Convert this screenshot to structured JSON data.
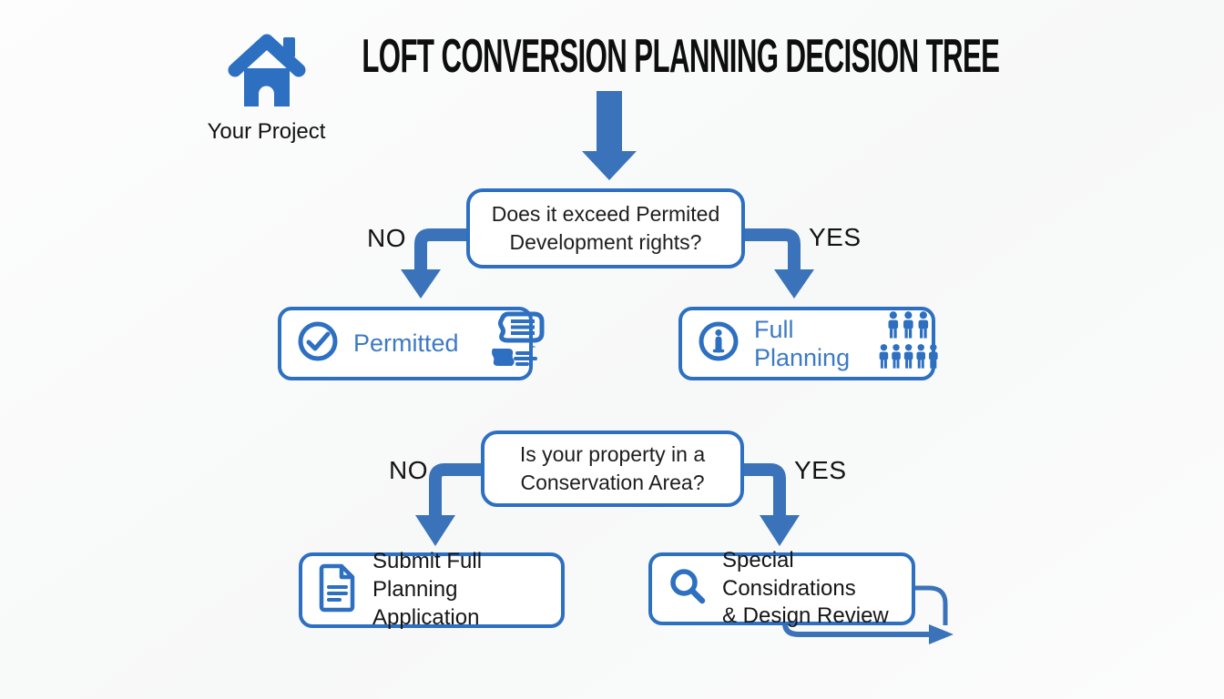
{
  "theme": {
    "canvas-bg": "#fbfbfb",
    "accent": "#2d6fc0",
    "arrow": "#3a73b9",
    "blue-text": "#3d7ac4",
    "ink": "#161616"
  },
  "header": {
    "title": "LOFT CONVERSION PLANNING DECISION TREE",
    "project_label": "Your Project",
    "project_icon": "house-icon"
  },
  "flow": {
    "decision1": {
      "line1": "Does it exceed Permited",
      "line2": "Development rights?",
      "no": "NO",
      "yes": "YES"
    },
    "decision2": {
      "line1": "Is your property in a",
      "line2": "Conservation Area?",
      "no": "NO",
      "yes": "YES"
    },
    "outcome_permitted": {
      "label": "Permitted",
      "left_icon": "check-circle-icon",
      "right_icon": "ticket-stack-icon"
    },
    "outcome_full_planning": {
      "label": "Full Planning",
      "left_icon": "info-circle-icon",
      "right_icon": "people-group-icon"
    },
    "outcome_submit": {
      "line1": "Submit Full Planning",
      "line2": "Application",
      "left_icon": "document-icon"
    },
    "outcome_special": {
      "line1": "Special Considrations",
      "line2": "& Design Review",
      "left_icon": "search-icon"
    }
  },
  "icons": {
    "title_flow": "down-arrow-icon",
    "continuation": "right-arrow-icon"
  }
}
